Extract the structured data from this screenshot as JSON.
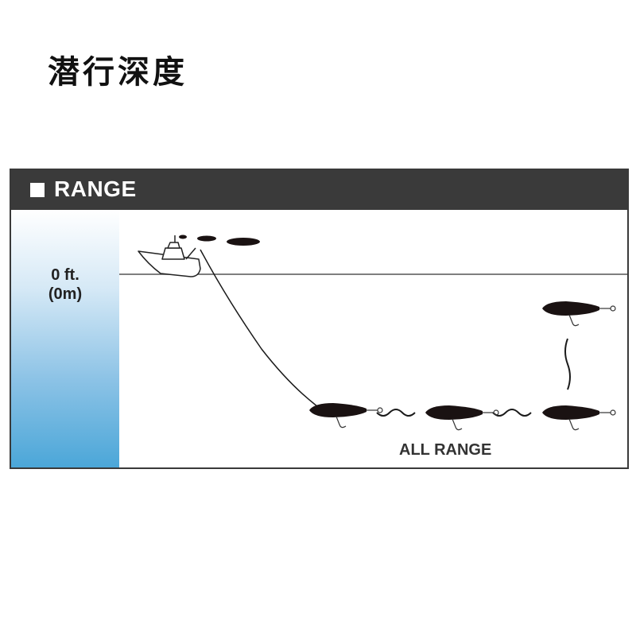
{
  "page": {
    "title": "潜行深度"
  },
  "panel": {
    "header_title": "RANGE",
    "depth_label_line1": "0 ft.",
    "depth_label_line2": "(0m)",
    "range_label": "ALL RANGE"
  },
  "colors": {
    "header_bg": "#3a3a3a",
    "lure": "#1a1212",
    "water_gradient_bottom": "#4aa6d8"
  },
  "icons": [
    "boat-icon",
    "lure-icon",
    "hook-icon"
  ]
}
